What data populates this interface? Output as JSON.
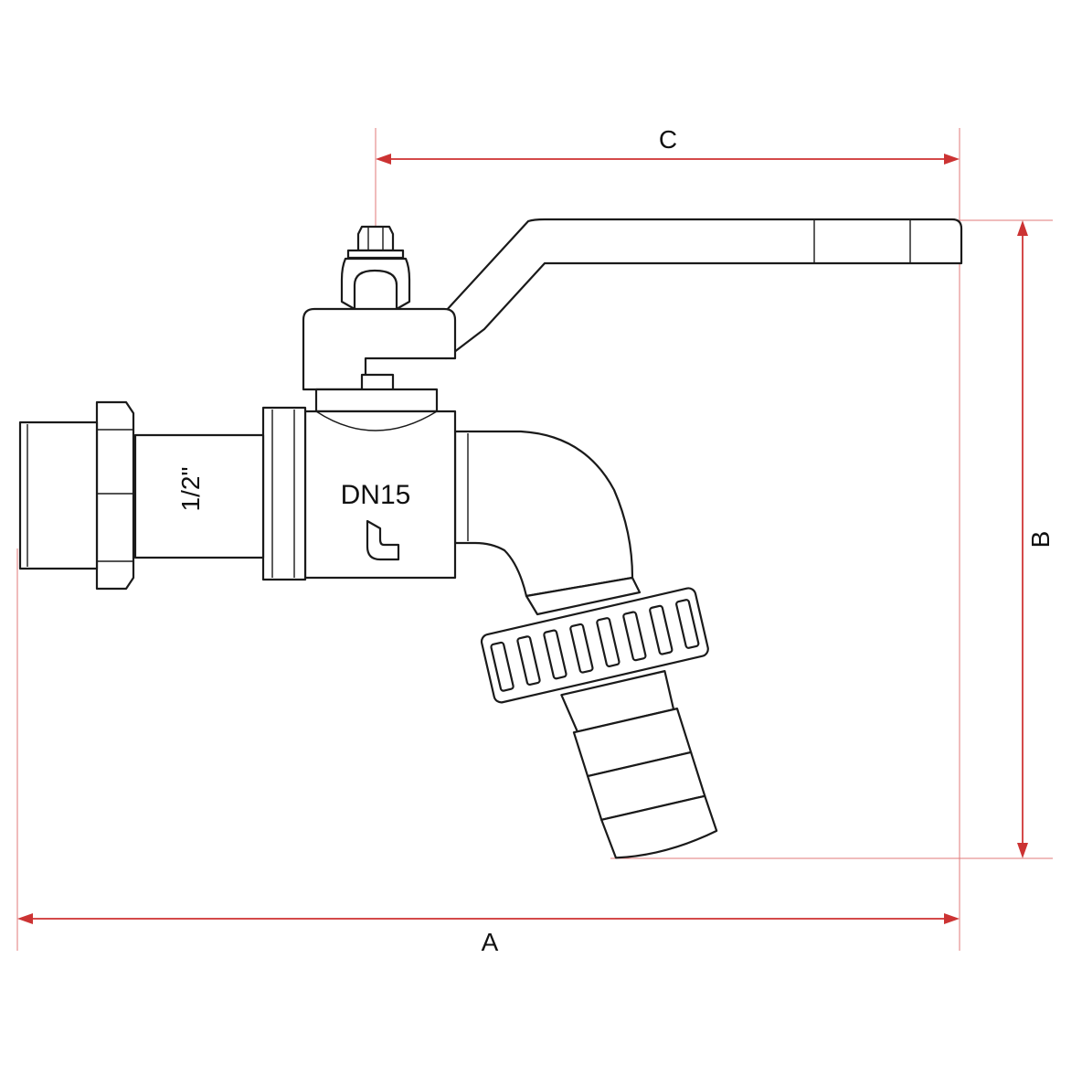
{
  "dimensions": {
    "a_label": "A",
    "b_label": "B",
    "c_label": "C"
  },
  "valve": {
    "body_marking": "DN15",
    "thread_marking": "1/2\"",
    "logo_icon": "brand-logo-glyph"
  },
  "colors": {
    "dimension": "#cc3333",
    "outline": "#1a1a1a"
  }
}
